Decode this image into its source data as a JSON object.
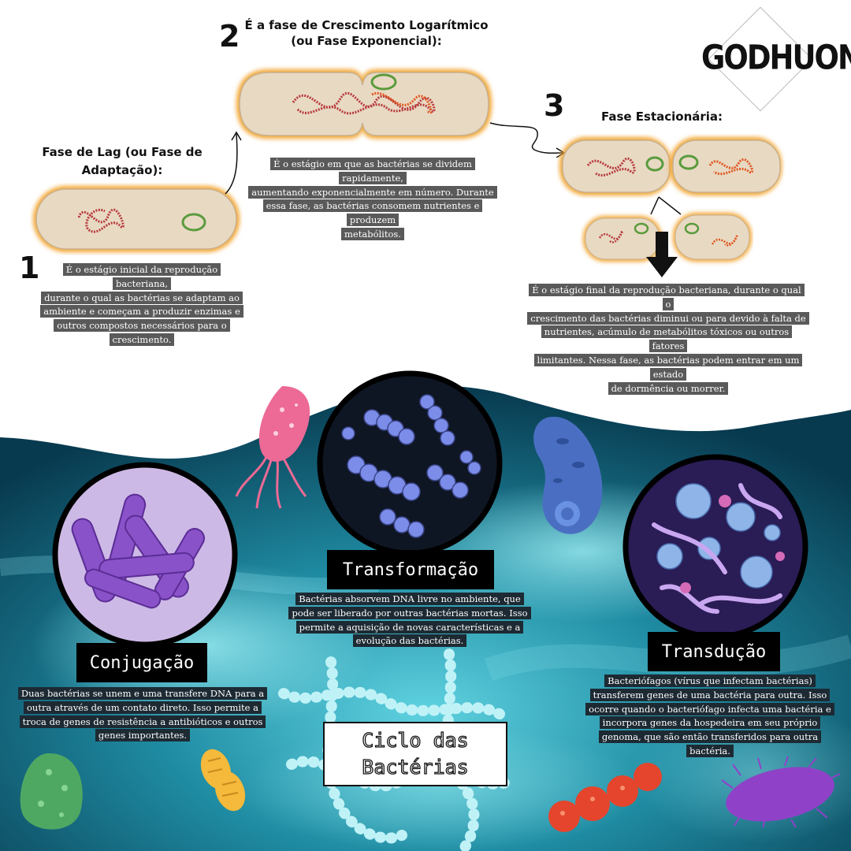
{
  "brand": {
    "logo": "GODHUOND",
    "logo_script": ""
  },
  "phases": [
    {
      "number": "1",
      "title_line1": "Fase de Lag (ou Fase de",
      "title_line2": "Adaptação):",
      "desc": [
        "É o estágio inicial da reprodução bacteriana,",
        "durante o qual as bactérias se adaptam ao",
        "ambiente e começam a produzir enzimas e",
        "outros compostos necessários para o",
        "crescimento."
      ]
    },
    {
      "number": "2",
      "title_line1": "É a fase de Crescimento Logarítmico",
      "title_line2": "(ou Fase Exponencial):",
      "desc": [
        "É o estágio em que as bactérias se dividem rapidamente,",
        "aumentando exponencialmente em número. Durante",
        "essa fase, as bactérias consomem nutrientes e produzem",
        "metabólitos."
      ]
    },
    {
      "number": "3",
      "title_line1": "Fase Estacionária:",
      "title_line2": "",
      "desc": [
        "É o estágio final da reprodução bacteriana, durante o qual o",
        "crescimento das bactérias diminui ou para devido à falta de",
        "nutrientes, acúmulo de metabólitos tóxicos ou outros fatores",
        "limitantes. Nessa fase, as bactérias podem entrar em um estado",
        "de dormência ou morrer."
      ]
    }
  ],
  "processes": {
    "transformacao": {
      "label": "Transformação",
      "desc": [
        "Bactérias absorvem DNA livre no ambiente, que",
        "pode ser liberado por outras bactérias mortas. Isso",
        "permite a aquisição de novas características e a",
        "evolução das bactérias."
      ]
    },
    "conjugacao": {
      "label": "Conjugação",
      "desc": [
        "Duas bactérias se unem e uma transfere DNA para a",
        "outra através de um contato direto. Isso permite a",
        "troca de genes de resistência a antibióticos e outros",
        "genes importantes."
      ]
    },
    "transducao": {
      "label": "Transdução",
      "desc": [
        "Bacteriófagos (vírus que infectam bactérias)",
        "transferem genes de uma bactéria para outra. Isso",
        "ocorre quando o bacteriófago infecta uma bactéria e",
        "incorpora genes da hospedeira em seu próprio",
        "genoma, que são então transferidos para outra",
        "bactéria."
      ]
    }
  },
  "title": {
    "line1": "Ciclo das",
    "line2": "Bactérias"
  },
  "colors": {
    "cell_fill": "#e8d9c3",
    "cell_glow": "#f2a531",
    "dna_red": "#b6383b",
    "dna_orange": "#e0561e",
    "plasmid": "#5a9b3c",
    "water": "#1f8ca3"
  }
}
